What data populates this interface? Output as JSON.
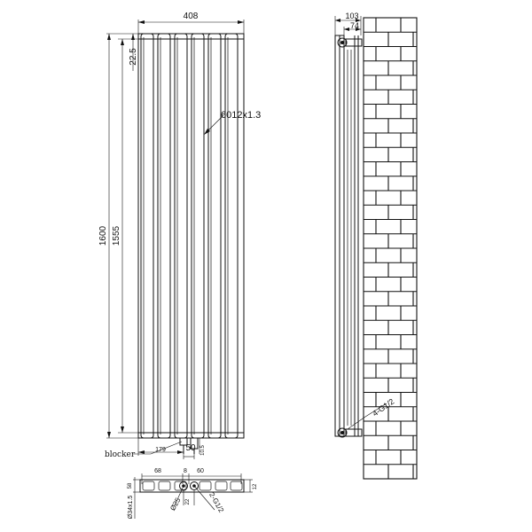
{
  "front_view": {
    "width_label": "408",
    "top_offset_label": "22.5",
    "total_height_label": "1600",
    "center_height_label": "1555",
    "tube_spec_label": "6012x1.3",
    "bottom_offset_label": "179",
    "pipe_spacing_label": "50",
    "pipe_drop_label": "10.5",
    "blocker_label": "blocker"
  },
  "side_view": {
    "depth_label": "103",
    "wall_gap_label": "74",
    "thread_label": "4-G1/2"
  },
  "bottom_view": {
    "left_dim_label": "68",
    "middle_dim_label": "8",
    "right_dim_label": "60",
    "height_dim_label": "58",
    "right_height_label": "12",
    "pipe_label": "Ø34x1.5",
    "hole_label": "Ø25",
    "small_dim_label": "22",
    "thread_label": "2-G1/2"
  }
}
